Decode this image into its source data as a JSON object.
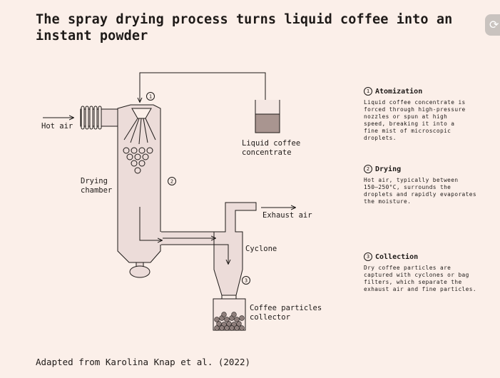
{
  "title": "The spray drying process turns liquid coffee into an instant powder",
  "source": "Adapted from Karolina Knap et al. (2022)",
  "refresh_icon": "refresh-icon",
  "labels": {
    "hot_air": "Hot air",
    "liquid_coffee": "Liquid coffee\nconcentrate",
    "drying_chamber": "Drying\nchamber",
    "exhaust_air": "Exhaust air",
    "cyclone": "Cyclone",
    "collector": "Coffee particles\ncollector"
  },
  "markers": [
    "1",
    "2",
    "3"
  ],
  "steps": [
    {
      "num": "1",
      "heading": "Atomization",
      "text": "Liquid coffee concentrate is\nforced through high-pressure\nnozzles or spun at high\nspeed, breaking it into a\nfine mist of microscopic\ndroplets."
    },
    {
      "num": "2",
      "heading": "Drying",
      "text": "Hot air, typically between\n150–250°C, surrounds the\ndroplets and rapidly evaporates\nthe moisture."
    },
    {
      "num": "3",
      "heading": "Collection",
      "text": "Dry coffee particles are\ncaptured with cyclones or bag\nfilters, which separate the\nexhaust air and fine particles."
    }
  ],
  "colors": {
    "background": "#fbefe9",
    "equipment_fill": "#ecdcd9",
    "liquid": "#a99590",
    "particles": "#8f7f7c"
  }
}
